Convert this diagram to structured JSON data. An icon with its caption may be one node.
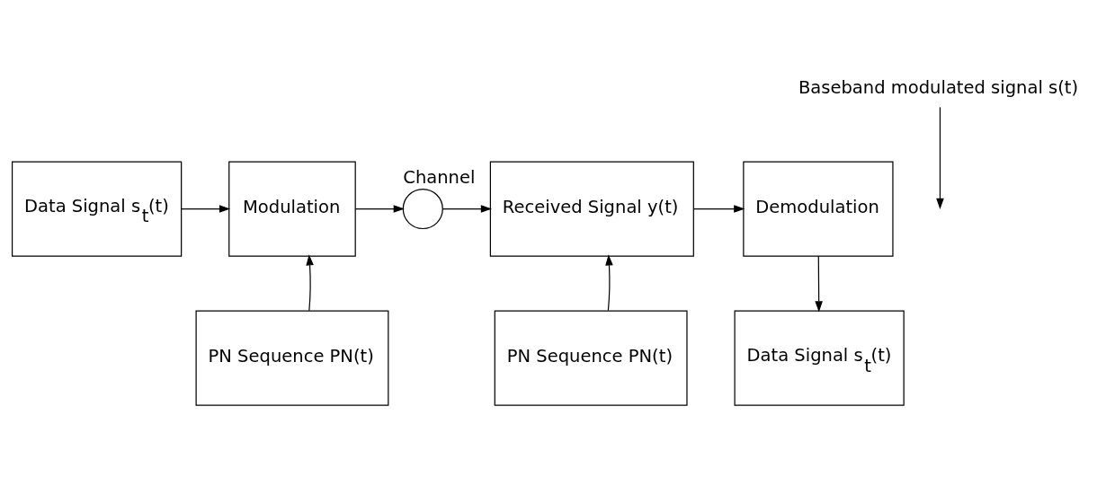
{
  "diagram": {
    "nodes": [
      {
        "text": [
          "Data Signal s$_{t}$(t)"
        ]
      },
      {
        "text": [
          "Modulation"
        ]
      },
      {
        "text": [],
        "shape": "circle",
        "beside": [
          "Channel"
        ]
      },
      {
        "text": [
          "Received Signal y(t)"
        ]
      },
      {
        "text": [
          "Demodulation"
        ]
      },
      {
        "text": [
          "PN Sequence PN(t)"
        ]
      },
      {
        "text": [
          "PN Sequence PN(t)"
        ]
      },
      {
        "text": [
          "Data Signal s$_{t}$(t)"
        ]
      },
      {
        "text": [
          "Baseband modulated signal s(t)"
        ]
      }
    ],
    "edges": [
      {
        "from": 0,
        "to": 1,
        "arrow": "to"
      },
      {
        "from": 1,
        "to": 2,
        "arrow": "to"
      },
      {
        "from": 2,
        "to": 3,
        "arrow": "to"
      },
      {
        "from": 3,
        "to": 4,
        "arrow": "to"
      },
      {
        "from": 5,
        "to": 1,
        "arrow": "to"
      },
      {
        "from": 6,
        "to": 3,
        "arrow": "to"
      },
      {
        "from": 4,
        "to": 7,
        "arrow": "to"
      },
      {
        "from": 8,
        "to": null,
        "arrow": "to"
      }
    ]
  }
}
